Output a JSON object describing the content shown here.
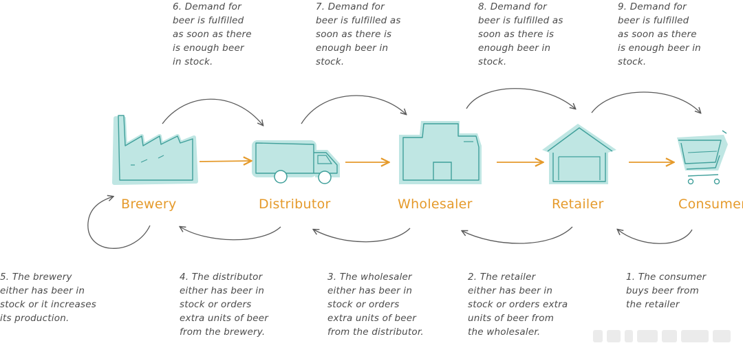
{
  "nodes": [
    {
      "id": "brewery",
      "label": "Brewery"
    },
    {
      "id": "distributor",
      "label": "Distributor"
    },
    {
      "id": "wholesaler",
      "label": "Wholesaler"
    },
    {
      "id": "retailer",
      "label": "Retailer"
    },
    {
      "id": "consumer",
      "label": "Consumer"
    }
  ],
  "top_notes": [
    {
      "lines": [
        "6. Demand for",
        "beer is fulfilled",
        "as soon as there",
        "is enough beer",
        "in stock."
      ]
    },
    {
      "lines": [
        "7. Demand for",
        "beer is fulfilled as",
        "soon as there is",
        "enough beer in",
        "stock."
      ]
    },
    {
      "lines": [
        "8. Demand for",
        "beer is fulfilled as",
        "soon as there is",
        "enough beer in",
        "stock."
      ]
    },
    {
      "lines": [
        "9. Demand for",
        "beer is fulfilled",
        "as soon as there",
        "is enough beer in",
        "stock."
      ]
    }
  ],
  "bottom_notes": [
    {
      "lines": [
        "5. The brewery",
        "either has beer in",
        "stock or it increases",
        "its production."
      ]
    },
    {
      "lines": [
        "4. The  distributor",
        "either has beer in",
        "stock or orders",
        "extra units of beer",
        "from the brewery."
      ]
    },
    {
      "lines": [
        "3. The wholesaler",
        "either has beer in",
        "stock or orders",
        "extra units of beer",
        "from the distributor."
      ]
    },
    {
      "lines": [
        "2. The retailer",
        "either has beer in",
        "stock or orders extra",
        "units of beer from",
        "the wholesaler."
      ]
    },
    {
      "lines": [
        "1. The consumer",
        "buys beer from",
        "the retailer"
      ]
    }
  ],
  "colors": {
    "icon_fill": "#bfe6e3",
    "icon_stroke": "#3f9f9a",
    "label": "#e59a2b",
    "arrow_orange": "#e59a2b",
    "arrow_gray": "#5a5a5a",
    "text": "#4a4a4a"
  },
  "icons": [
    "factory-icon",
    "truck-icon",
    "warehouse-icon",
    "store-icon",
    "shopping-cart-icon"
  ]
}
